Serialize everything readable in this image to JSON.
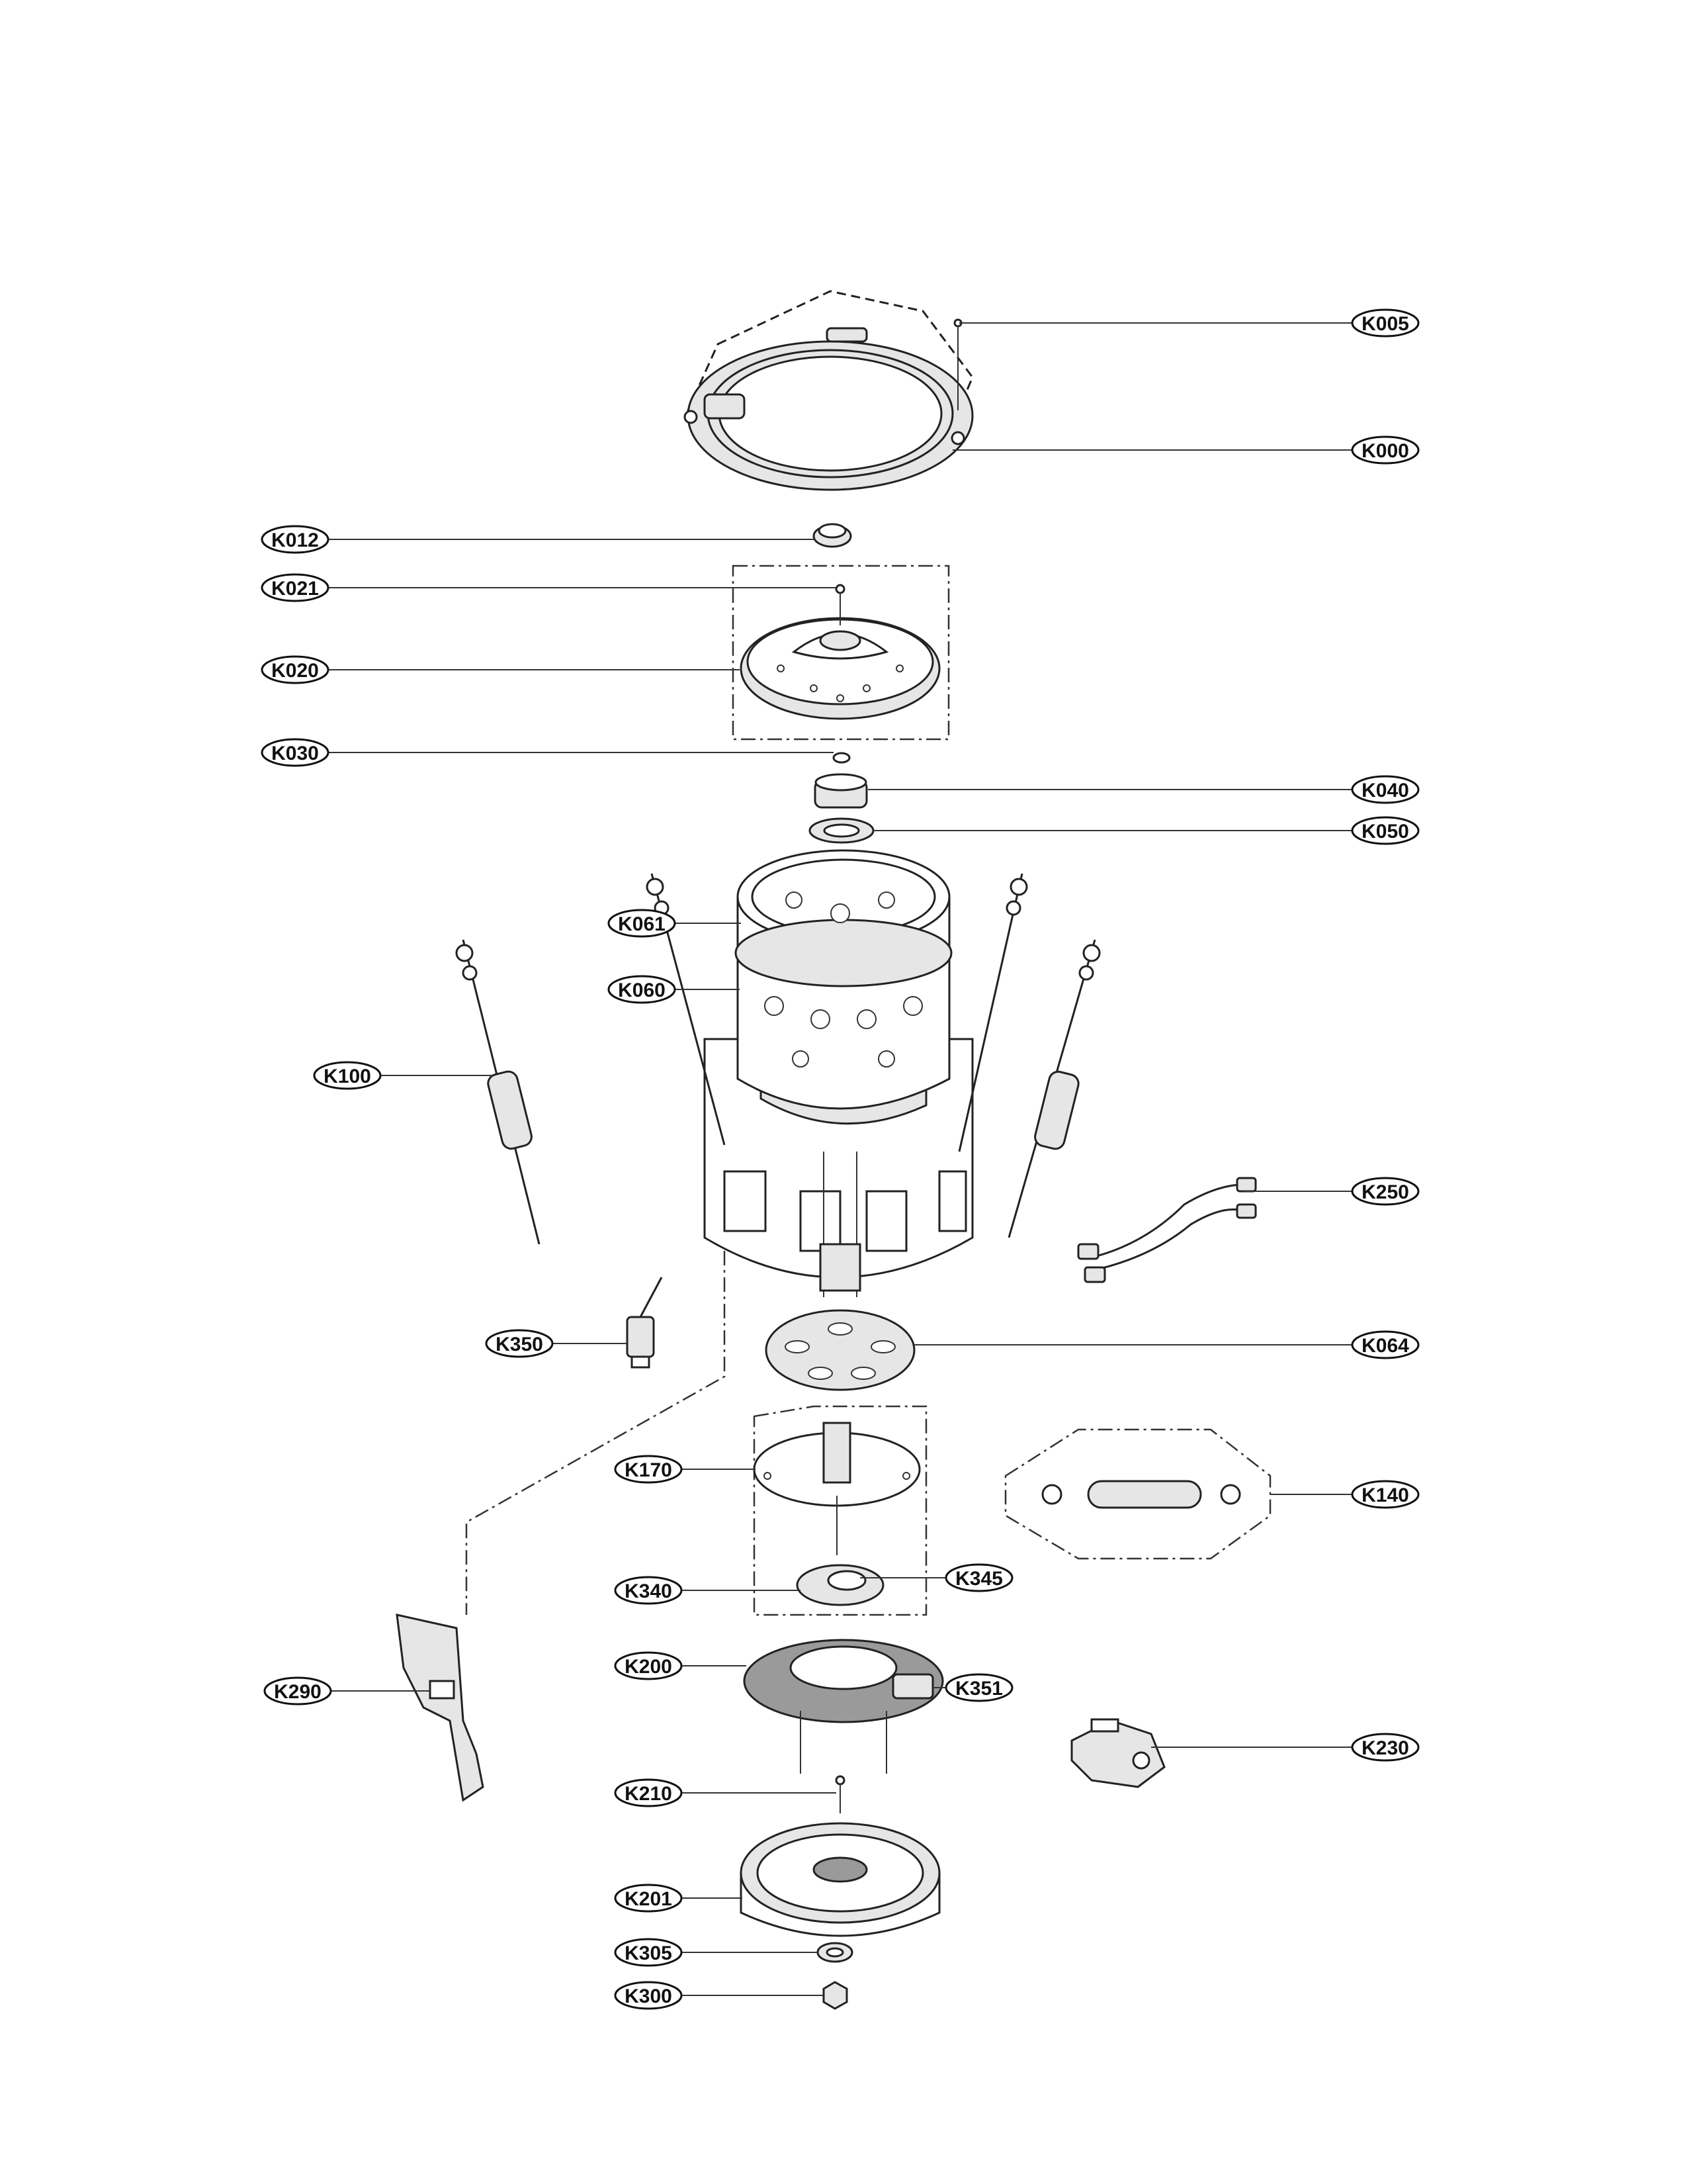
{
  "parts": [
    {
      "code": "K005"
    },
    {
      "code": "K000"
    },
    {
      "code": "K012"
    },
    {
      "code": "K021"
    },
    {
      "code": "K020"
    },
    {
      "code": "K030"
    },
    {
      "code": "K040"
    },
    {
      "code": "K050"
    },
    {
      "code": "K061"
    },
    {
      "code": "K060"
    },
    {
      "code": "K100"
    },
    {
      "code": "K250"
    },
    {
      "code": "K350"
    },
    {
      "code": "K064"
    },
    {
      "code": "K170"
    },
    {
      "code": "K140"
    },
    {
      "code": "K340"
    },
    {
      "code": "K345"
    },
    {
      "code": "K290"
    },
    {
      "code": "K200"
    },
    {
      "code": "K351"
    },
    {
      "code": "K230"
    },
    {
      "code": "K210"
    },
    {
      "code": "K201"
    },
    {
      "code": "K305"
    },
    {
      "code": "K300"
    }
  ]
}
